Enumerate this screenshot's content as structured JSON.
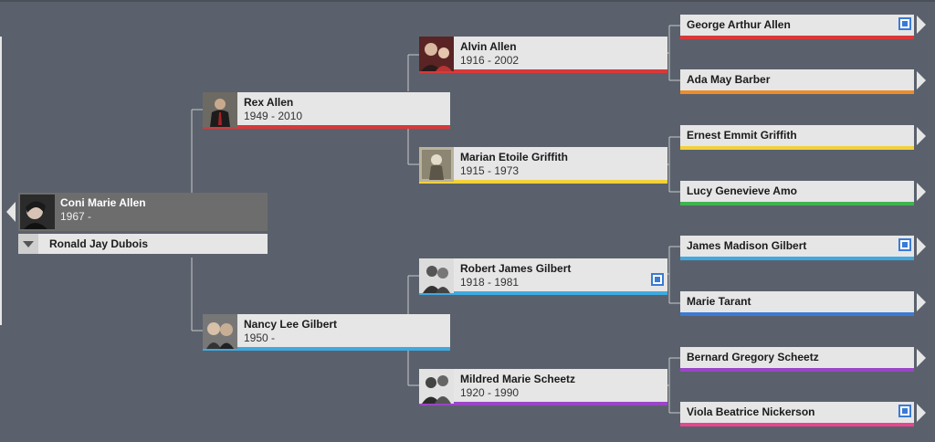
{
  "root": {
    "name": "Coni Marie Allen",
    "dates": "1967 -",
    "spouse": "Ronald Jay Dubois"
  },
  "parents": {
    "father": {
      "name": "Rex Allen",
      "dates": "1949 - 2010",
      "color": "#d9383a"
    },
    "mother": {
      "name": "Nancy Lee Gilbert",
      "dates": "1950 -",
      "color": "#3fa9e0"
    }
  },
  "grandparents": {
    "paternal_grandfather": {
      "name": "Alvin Allen",
      "dates": "1916 - 2002",
      "color": "#d9383a"
    },
    "paternal_grandmother": {
      "name": "Marian Etoile Griffith",
      "dates": "1915 - 1973",
      "color": "#f2d13a"
    },
    "maternal_grandfather": {
      "name": "Robert James Gilbert",
      "dates": "1918 - 1981",
      "color": "#3fa9e0"
    },
    "maternal_grandmother": {
      "name": "Mildred Marie Scheetz",
      "dates": "1920 - 1990",
      "color": "#9b45c7"
    }
  },
  "great_grandparents": [
    {
      "name": "George Arthur Allen",
      "color": "#d9383a",
      "has_more": true
    },
    {
      "name": "Ada May Barber",
      "color": "#ef8c2a",
      "has_more": false
    },
    {
      "name": "Ernest Emmit Griffith",
      "color": "#f2d13a",
      "has_more": false
    },
    {
      "name": "Lucy Genevieve Amo",
      "color": "#3fb34f",
      "has_more": false
    },
    {
      "name": "James Madison Gilbert",
      "color": "#3fa9e0",
      "has_more": true
    },
    {
      "name": "Marie Tarant",
      "color": "#3a7bd5",
      "has_more": false
    },
    {
      "name": "Bernard Gregory Scheetz",
      "color": "#9b45c7",
      "has_more": false
    },
    {
      "name": "Viola Beatrice Nickerson",
      "color": "#e9468f",
      "has_more": true
    }
  ],
  "icons": {
    "expand": "chevron-right-icon",
    "back": "chevron-left-icon",
    "more": "more-ancestors-icon",
    "dropdown": "chevron-down-icon"
  }
}
